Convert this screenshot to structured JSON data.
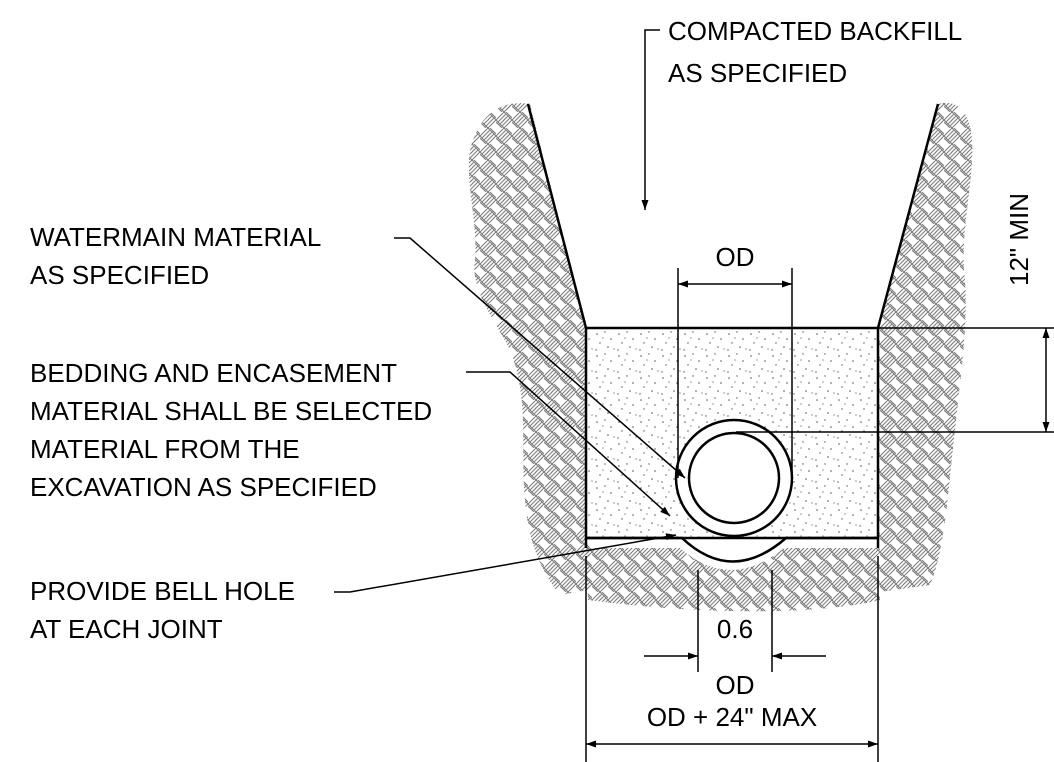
{
  "labels": {
    "compacted_backfill_line1": "COMPACTED BACKFILL",
    "compacted_backfill_line2": "AS SPECIFIED",
    "watermain_line1": "WATERMAIN MATERIAL",
    "watermain_line2": "AS SPECIFIED",
    "bedding_line1": "BEDDING AND ENCASEMENT",
    "bedding_line2": "MATERIAL SHALL BE SELECTED",
    "bedding_line3": "MATERIAL FROM THE",
    "bedding_line4": "EXCAVATION AS SPECIFIED",
    "bell_hole_line1": "PROVIDE BELL HOLE",
    "bell_hole_line2": "AT EACH JOINT"
  },
  "dimensions": {
    "pipe_od": "OD",
    "cover_min": "12\" MIN",
    "bell_hole_factor": "0.6",
    "bell_hole_od": "OD",
    "trench_width": "OD + 24\" MAX"
  },
  "colors": {
    "line": "#000000",
    "soil_hatch": "#6f6f6f",
    "bedding_stipple": "#4d4d4d"
  }
}
